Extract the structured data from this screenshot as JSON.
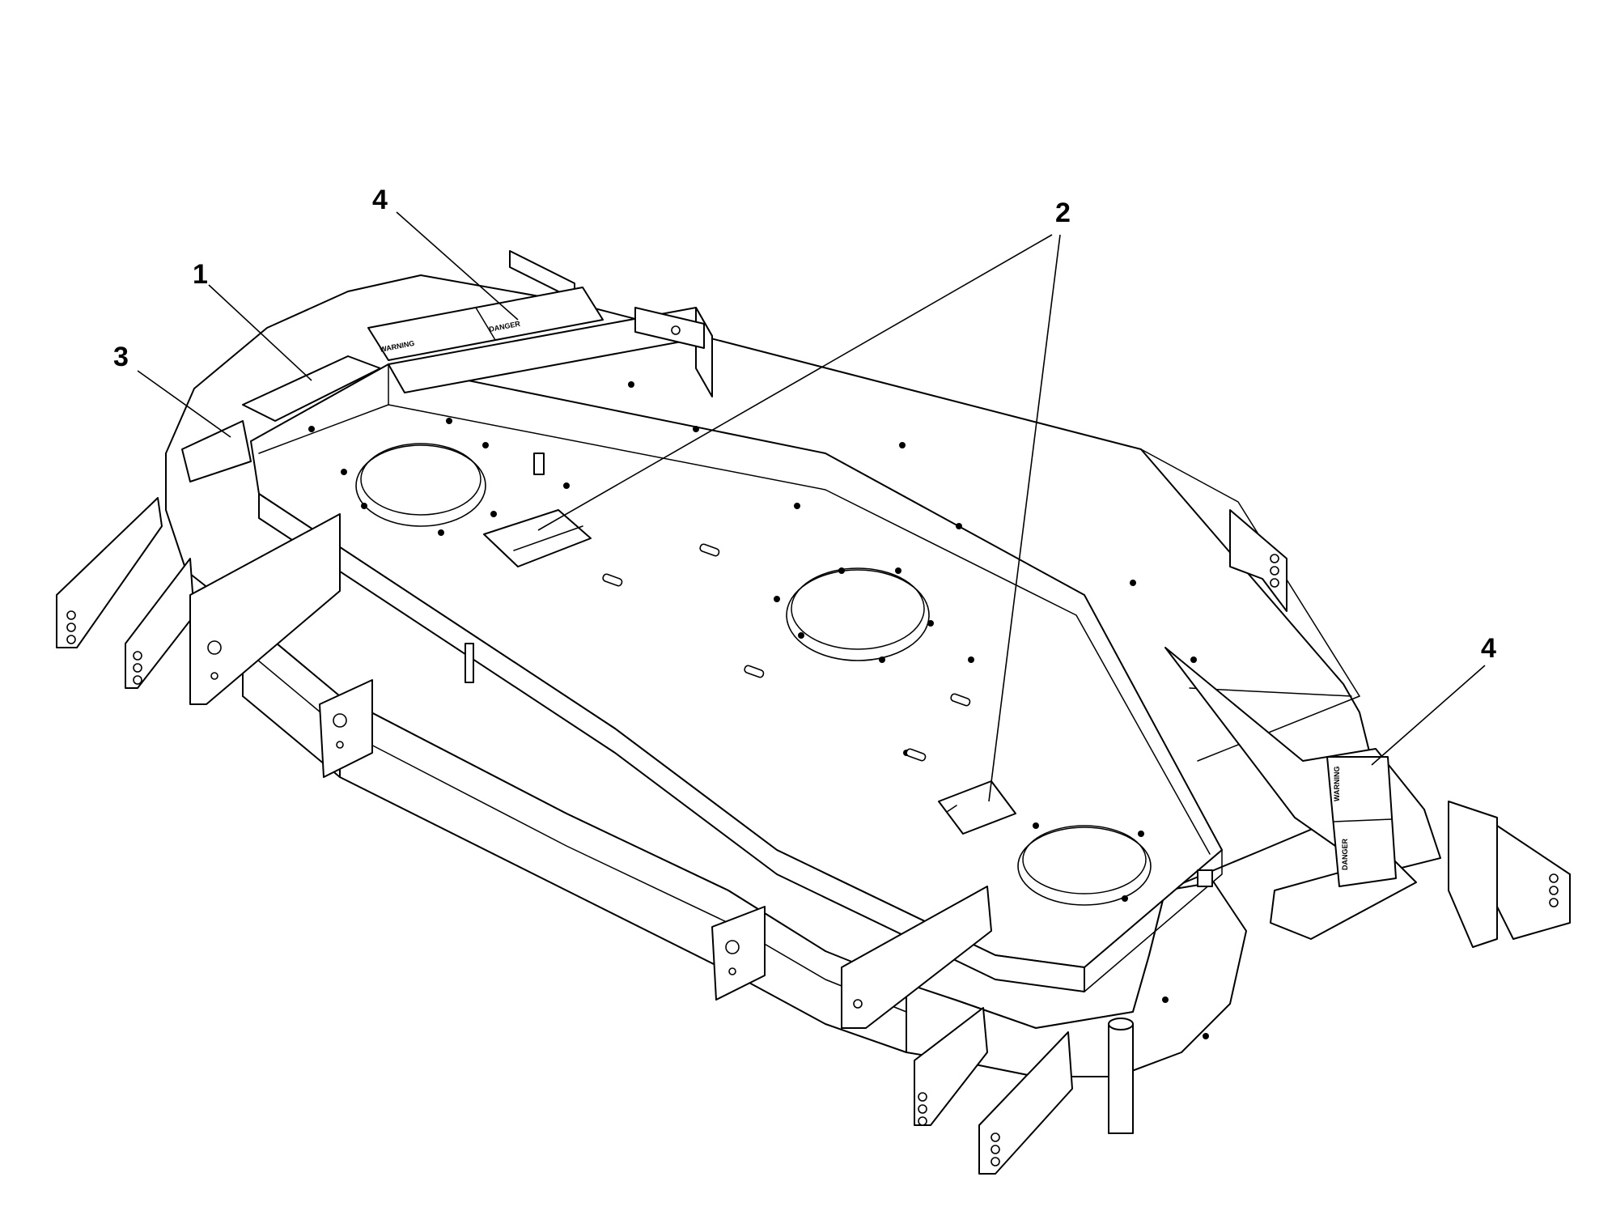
{
  "callouts": [
    {
      "id": "1",
      "label": "1"
    },
    {
      "id": "2",
      "label": "2"
    },
    {
      "id": "3",
      "label": "3"
    },
    {
      "id": "4a",
      "label": "4"
    },
    {
      "id": "4b",
      "label": "4"
    }
  ],
  "decal_text": {
    "safety_word": "WARNING",
    "caution_word": "DANGER"
  }
}
